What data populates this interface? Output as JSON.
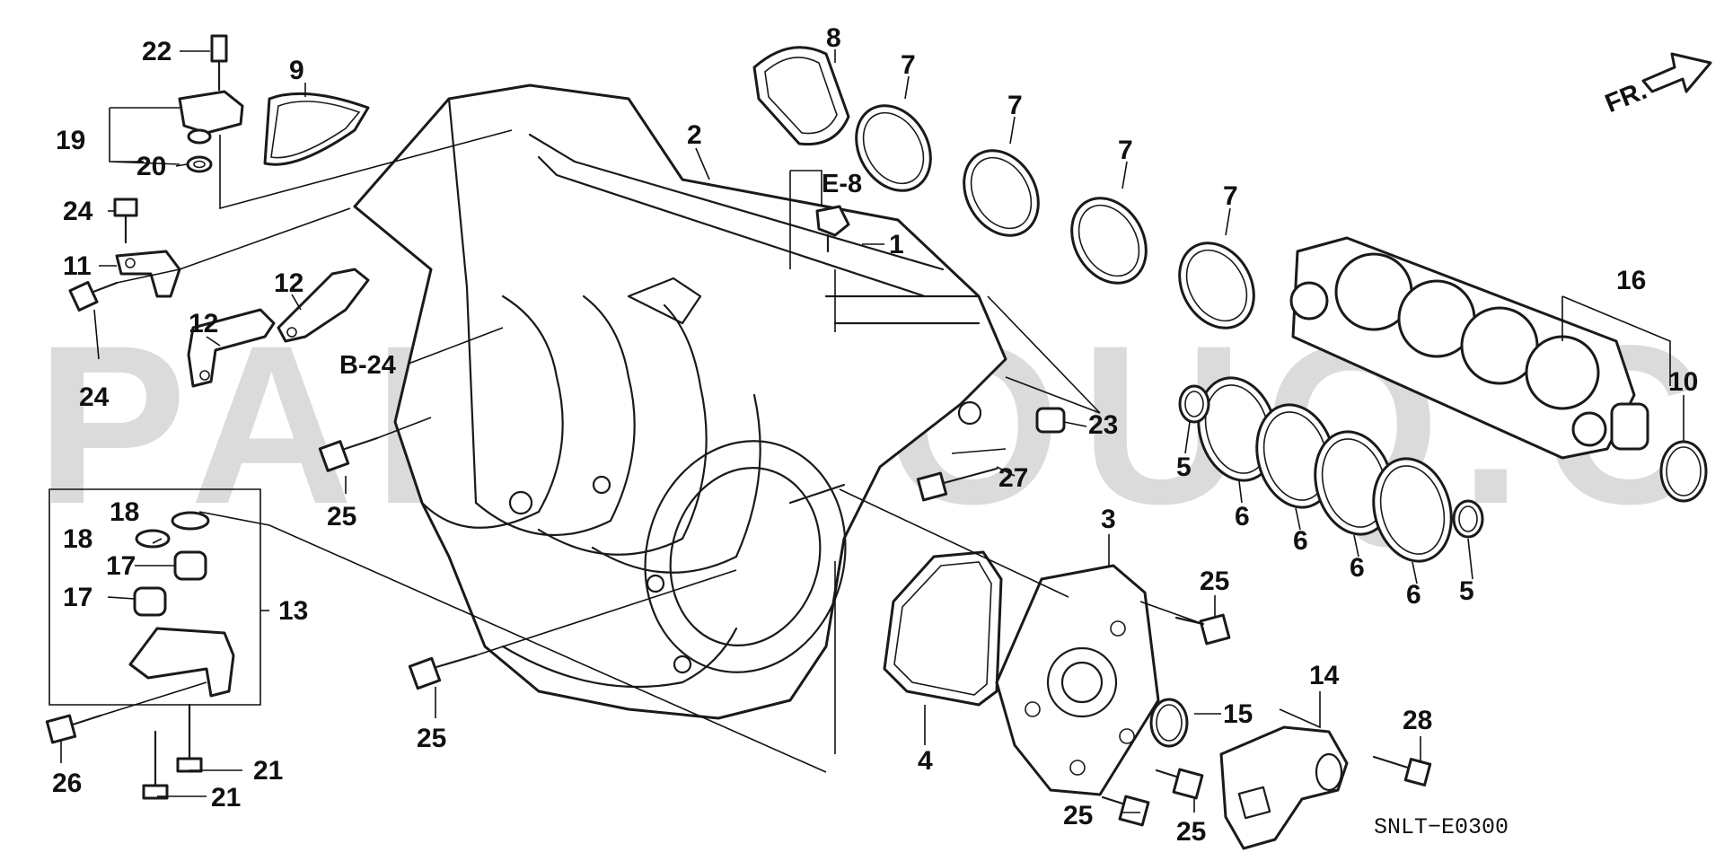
{
  "watermark": "PARTSOUQ.COM",
  "direction_indicator": "FR.",
  "diagram_code": "SNLT−E0300",
  "references": {
    "ref_e8": "E-8",
    "ref_b24": "B-24"
  },
  "callouts": {
    "c1": "1",
    "c2": "2",
    "c3": "3",
    "c4": "4",
    "c5a": "5",
    "c5b": "5",
    "c6a": "6",
    "c6b": "6",
    "c6c": "6",
    "c6d": "6",
    "c7a": "7",
    "c7b": "7",
    "c7c": "7",
    "c7d": "7",
    "c8": "8",
    "c9": "9",
    "c10": "10",
    "c11": "11",
    "c12a": "12",
    "c12b": "12",
    "c13": "13",
    "c14": "14",
    "c15": "15",
    "c16": "16",
    "c17a": "17",
    "c17b": "17",
    "c18a": "18",
    "c18b": "18",
    "c19": "19",
    "c20": "20",
    "c21a": "21",
    "c21b": "21",
    "c22": "22",
    "c23": "23",
    "c24a": "24",
    "c24b": "24",
    "c25a": "25",
    "c25b": "25",
    "c25c": "25",
    "c25d": "25",
    "c25e": "25",
    "c26": "26",
    "c27": "27",
    "c28": "28"
  }
}
